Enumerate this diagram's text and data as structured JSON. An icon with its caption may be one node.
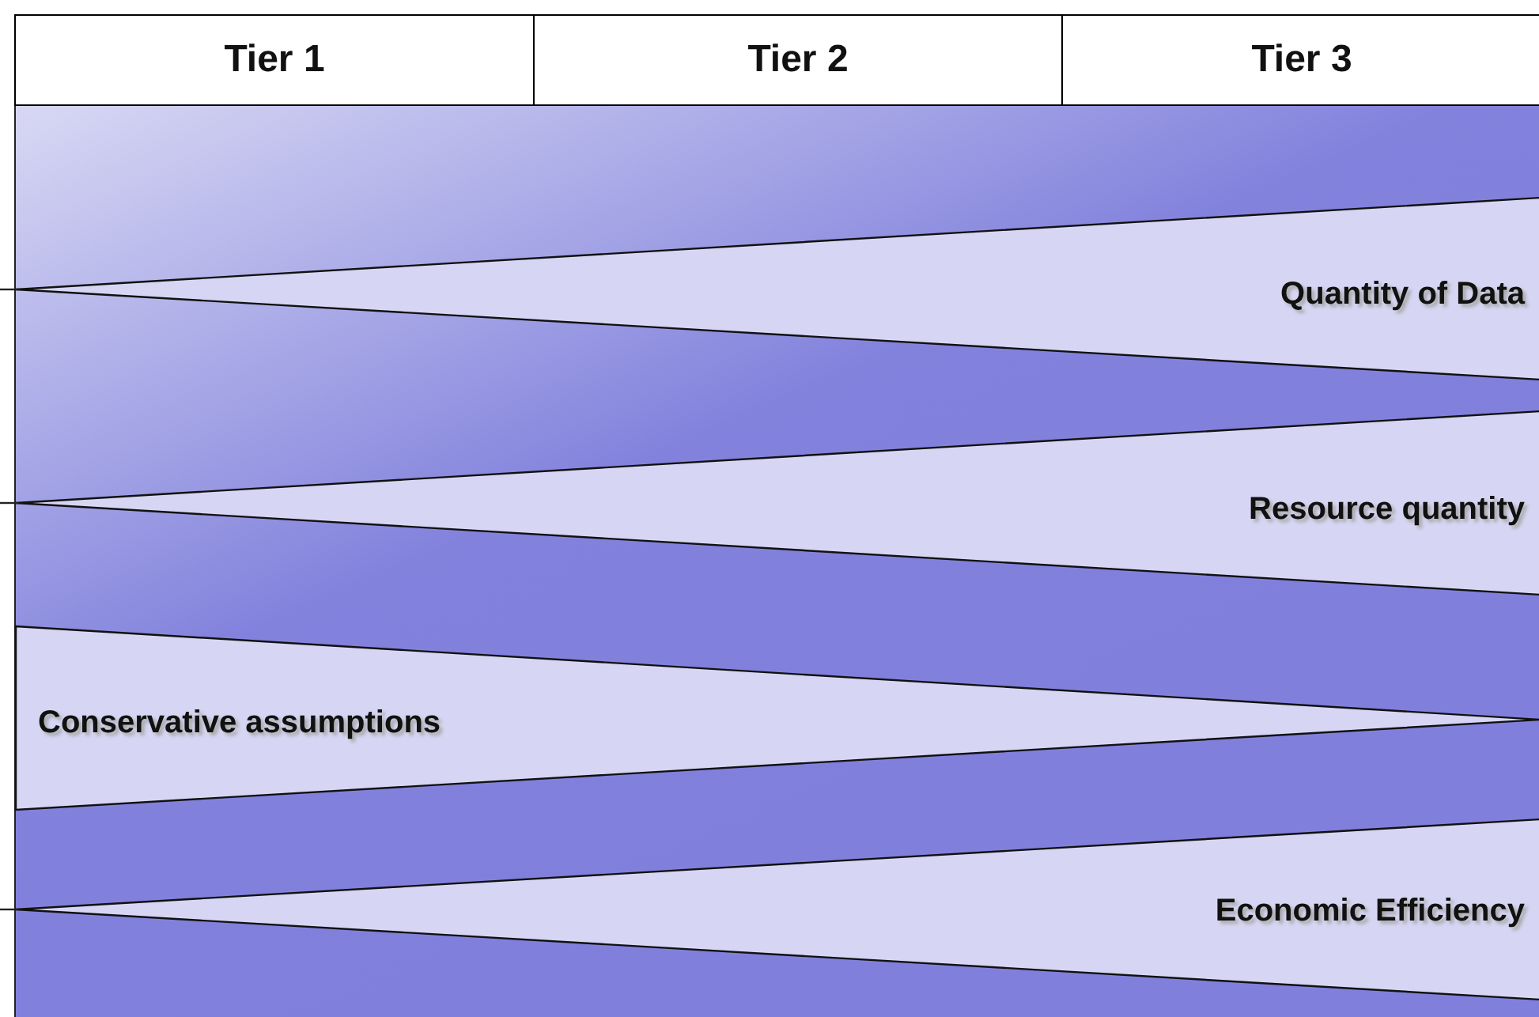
{
  "diagram": {
    "nodes": [
      {
        "text": [
          "Quantity of Data"
        ]
      },
      {
        "text": [
          "Resource quantity"
        ]
      },
      {
        "text": [
          "Conservative assumptions"
        ]
      },
      {
        "text": [
          "Economic Efficiency"
        ]
      }
    ],
    "labels": [
      "Tier 1",
      "Tier 2",
      "Tier 3"
    ]
  }
}
